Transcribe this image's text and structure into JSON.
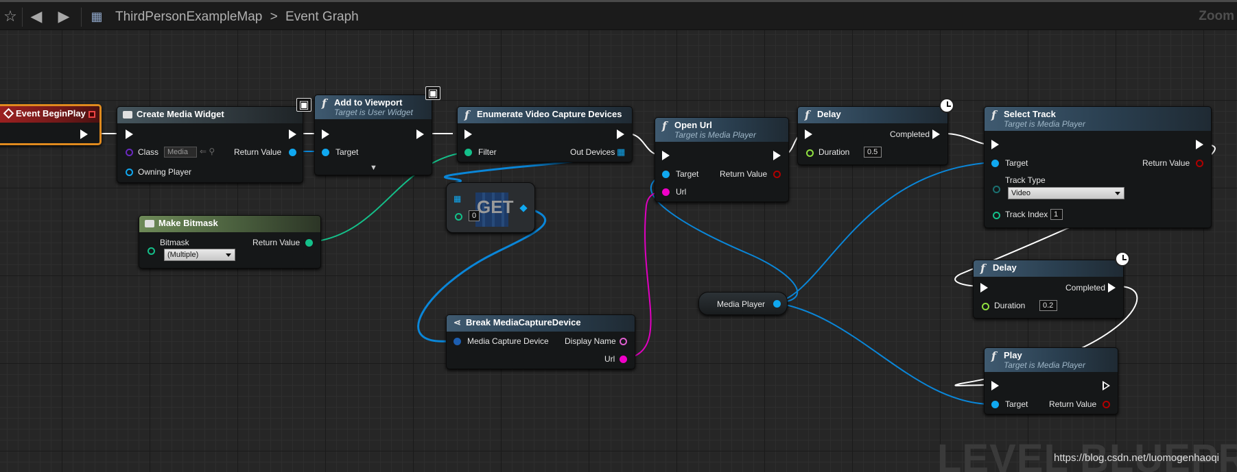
{
  "toolbar": {
    "star_icon": "star-icon",
    "back_icon": "back-arrow-icon",
    "forward_icon": "forward-arrow-icon",
    "breadcrumb": [
      "ThirdPersonExampleMap",
      ">",
      "Event Graph"
    ],
    "zoom_label": "Zoom"
  },
  "watermark": "LEVEL BLUEPRIN",
  "url_watermark": "https://blog.csdn.net/luomogenhaoqi",
  "nodes": {
    "event_begin_play": {
      "title": "Event BeginPlay"
    },
    "create_media_widget": {
      "title": "Create Media Widget",
      "class_label": "Class",
      "class_value": "Media",
      "owning_player": "Owning Player",
      "return_value": "Return Value"
    },
    "add_to_viewport": {
      "title": "Add to Viewport",
      "subtitle": "Target is User Widget",
      "target": "Target"
    },
    "make_bitmask": {
      "title": "Make Bitmask",
      "bitmask_label": "Bitmask",
      "bitmask_value": "(Multiple)",
      "return_value": "Return Value"
    },
    "enumerate_devices": {
      "title": "Enumerate Video Capture Devices",
      "filter": "Filter",
      "out_devices": "Out Devices"
    },
    "get": {
      "label": "GET",
      "index": "0"
    },
    "break_device": {
      "title": "Break MediaCaptureDevice",
      "media_capture_device": "Media Capture Device",
      "display_name": "Display Name",
      "url": "Url"
    },
    "open_url": {
      "title": "Open Url",
      "subtitle": "Target is Media Player",
      "target": "Target",
      "url": "Url",
      "return_value": "Return Value"
    },
    "media_player": {
      "label": "Media Player"
    },
    "delay1": {
      "title": "Delay",
      "completed": "Completed",
      "duration": "Duration",
      "duration_value": "0.5"
    },
    "select_track": {
      "title": "Select Track",
      "subtitle": "Target is Media Player",
      "target": "Target",
      "return_value": "Return Value",
      "track_type": "Track Type",
      "track_type_value": "Video",
      "track_index": "Track Index",
      "track_index_value": "1"
    },
    "delay2": {
      "title": "Delay",
      "completed": "Completed",
      "duration": "Duration",
      "duration_value": "0.2"
    },
    "play": {
      "title": "Play",
      "subtitle": "Target is Media Player",
      "target": "Target",
      "return_value": "Return Value"
    }
  },
  "colors": {
    "object_pin": "#00a8f0",
    "string_pin": "#f000c8",
    "int_pin": "#1fe0a0",
    "float_pin": "#90e040",
    "bool_pin": "#a00000",
    "class_pin": "#5a00a0",
    "exec_wire": "#ffffff"
  }
}
